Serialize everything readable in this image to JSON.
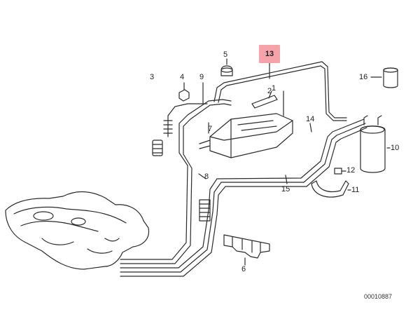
{
  "diagram": {
    "labels": {
      "p1": "1",
      "p2": "2",
      "p3": "3",
      "p4": "4",
      "p5": "5",
      "p6": "6",
      "p7": "7",
      "p8": "8",
      "p9": "9",
      "p10": "10",
      "p11": "11",
      "p12": "12",
      "p13": "13",
      "p14": "14",
      "p15": "15",
      "p16": "16"
    },
    "highlighted_label": "13",
    "reference_number": "00010887"
  },
  "colors": {
    "line": "#2b2b2b",
    "highlight": "#f5a3a8",
    "background": "#ffffff"
  }
}
